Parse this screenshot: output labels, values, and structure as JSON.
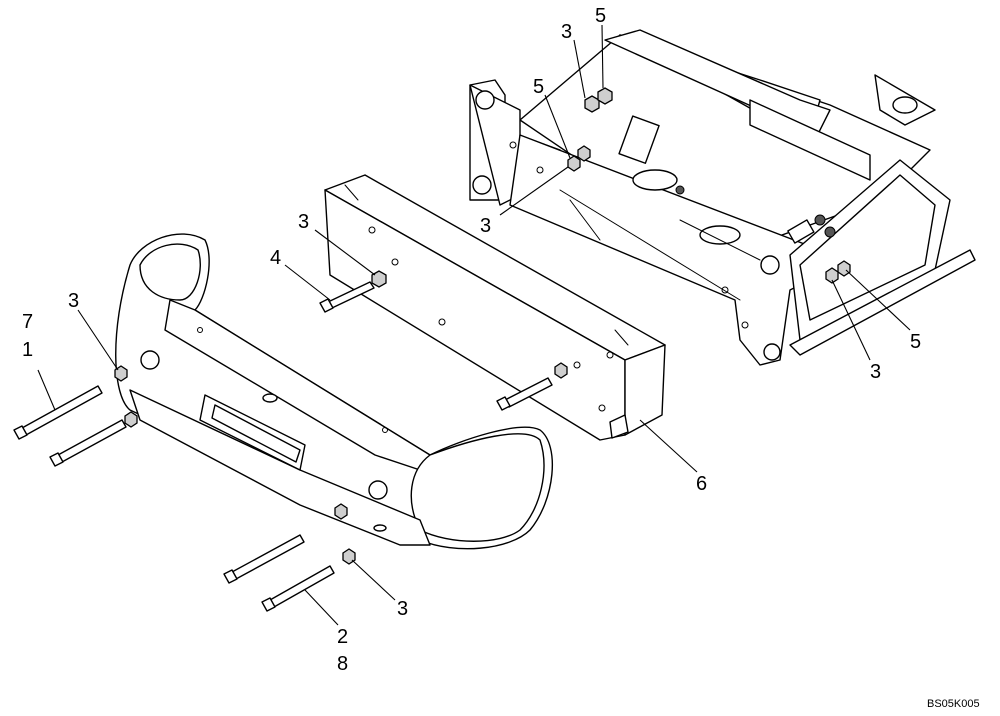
{
  "callouts": {
    "c3_frame_top": "3",
    "c5_frame_top": "5",
    "c5_frame_mid": "5",
    "c3_frame_left": "3",
    "c3_weight": "3",
    "c4_bolt": "4",
    "c3_bumper_left": "3",
    "c7": "7",
    "c1": "1",
    "c5_frame_right": "5",
    "c3_frame_right": "3",
    "c6": "6",
    "c3_bottom_nut": "3",
    "c2": "2",
    "c8": "8"
  },
  "drawing_code": "BS05K005"
}
